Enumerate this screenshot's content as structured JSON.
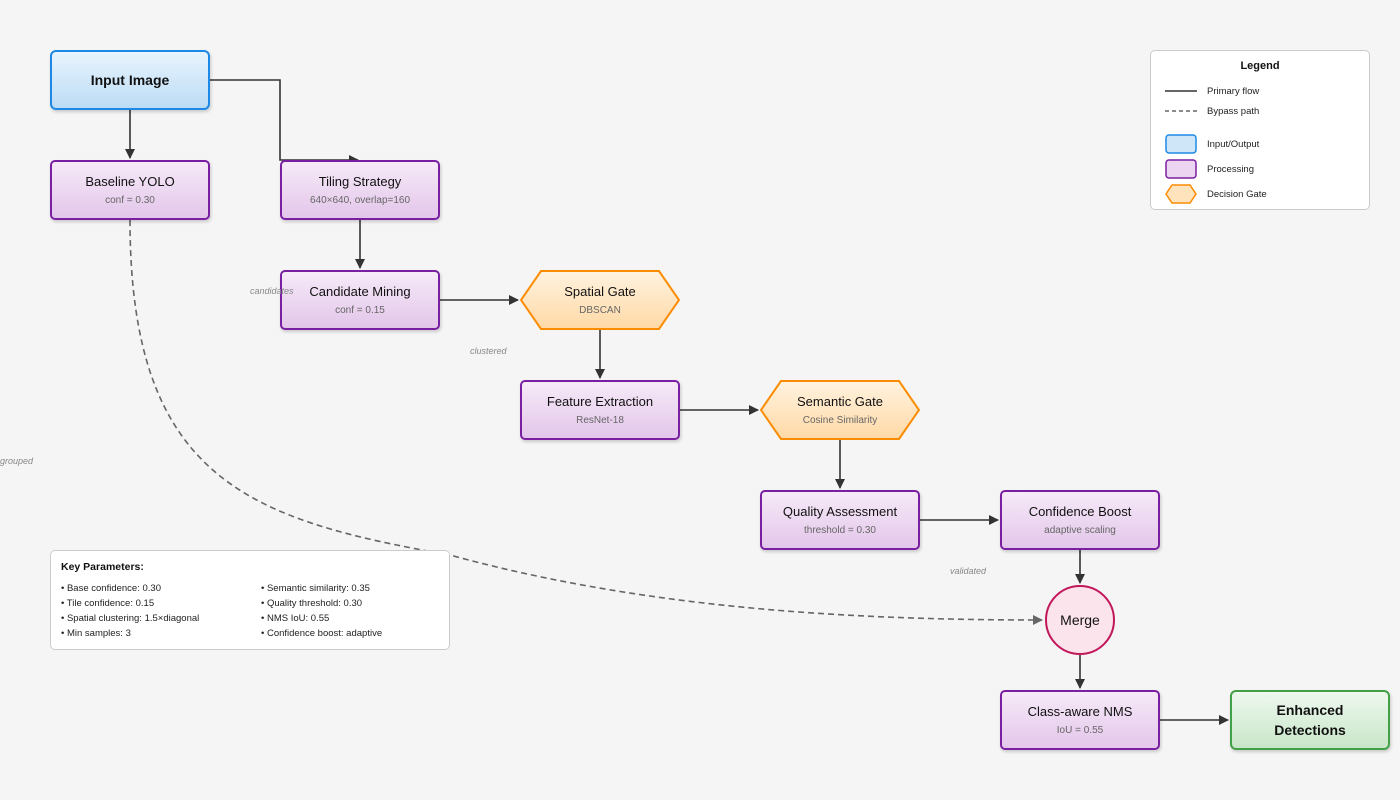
{
  "nodes": {
    "input_image": {
      "title": "Input Image"
    },
    "baseline_yolo": {
      "title": "Baseline YOLO",
      "sub": "conf = 0.30"
    },
    "tiling_strategy": {
      "title": "Tiling Strategy",
      "sub": "640×640, overlap=160"
    },
    "candidate_mining": {
      "title": "Candidate Mining",
      "sub": "conf = 0.15"
    },
    "spatial_gate": {
      "title": "Spatial Gate",
      "sub": "DBSCAN"
    },
    "feature_extraction": {
      "title": "Feature Extraction",
      "sub": "ResNet-18"
    },
    "semantic_gate": {
      "title": "Semantic Gate",
      "sub": "Cosine Similarity"
    },
    "quality_assessment": {
      "title": "Quality Assessment",
      "sub": "threshold = 0.30"
    },
    "confidence_boost": {
      "title": "Confidence Boost",
      "sub": "adaptive scaling"
    },
    "merge": {
      "title": "Merge"
    },
    "class_nms": {
      "title": "Class-aware NMS",
      "sub": "IoU = 0.55"
    },
    "enhanced_detections": {
      "title_line1": "Enhanced",
      "title_line2": "Detections"
    }
  },
  "edge_labels": {
    "candidates": "candidates",
    "clustered": "clustered",
    "grouped": "grouped",
    "validated": "validated"
  },
  "legend": {
    "title": "Legend",
    "items": [
      {
        "label": "Primary flow",
        "kind": "solid-line"
      },
      {
        "label": "Bypass path",
        "kind": "dashed-line"
      },
      {
        "label": "Input/Output",
        "kind": "io-box"
      },
      {
        "label": "Processing",
        "kind": "process-box"
      },
      {
        "label": "Decision Gate",
        "kind": "gate-hexagon"
      }
    ]
  },
  "key_parameters": {
    "title": "Key Parameters:",
    "left": [
      "• Base confidence: 0.30",
      "• Tile confidence: 0.15",
      "• Spatial clustering: 1.5×diagonal",
      "• Min samples: 3"
    ],
    "right": [
      "• Semantic similarity: 0.35",
      "• Quality threshold: 0.30",
      "• NMS IoU: 0.55",
      "• Confidence boost: adaptive"
    ]
  },
  "colors": {
    "io_border": "#1e88e5",
    "process_border": "#7b1fa2",
    "gate_border": "#fb8c00",
    "merge_border": "#c2185b",
    "output_border": "#43a047",
    "arrow": "#333333",
    "bypass": "#666666"
  }
}
